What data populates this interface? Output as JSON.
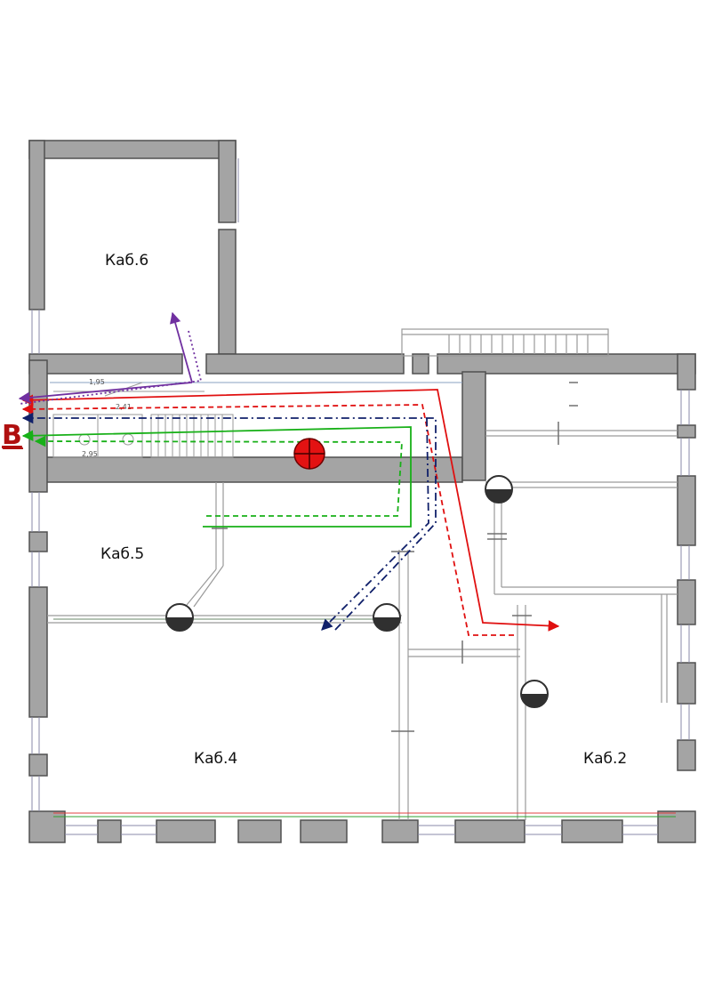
{
  "plan": {
    "rooms": [
      {
        "id": "kab6",
        "label": "Каб.6"
      },
      {
        "id": "kab5",
        "label": "Каб.5"
      },
      {
        "id": "kab4",
        "label": "Каб.4"
      },
      {
        "id": "kab2",
        "label": "Каб.2"
      }
    ],
    "exit_label": "В",
    "corridor_marks": [
      "1,95",
      "2,41",
      "2,95"
    ]
  },
  "colors": {
    "wall_fill": "#a4a4a4",
    "wall_edge": "#505050",
    "route_red": "#e01010",
    "route_green": "#18b018",
    "route_navy": "#10206a",
    "route_purple": "#7030a0",
    "exit_label": "#b01010",
    "location_marker": "#e31212"
  },
  "icons": [
    "location-marker-icon",
    "ceiling-lamp-icon",
    "exit-arrow-icon"
  ]
}
